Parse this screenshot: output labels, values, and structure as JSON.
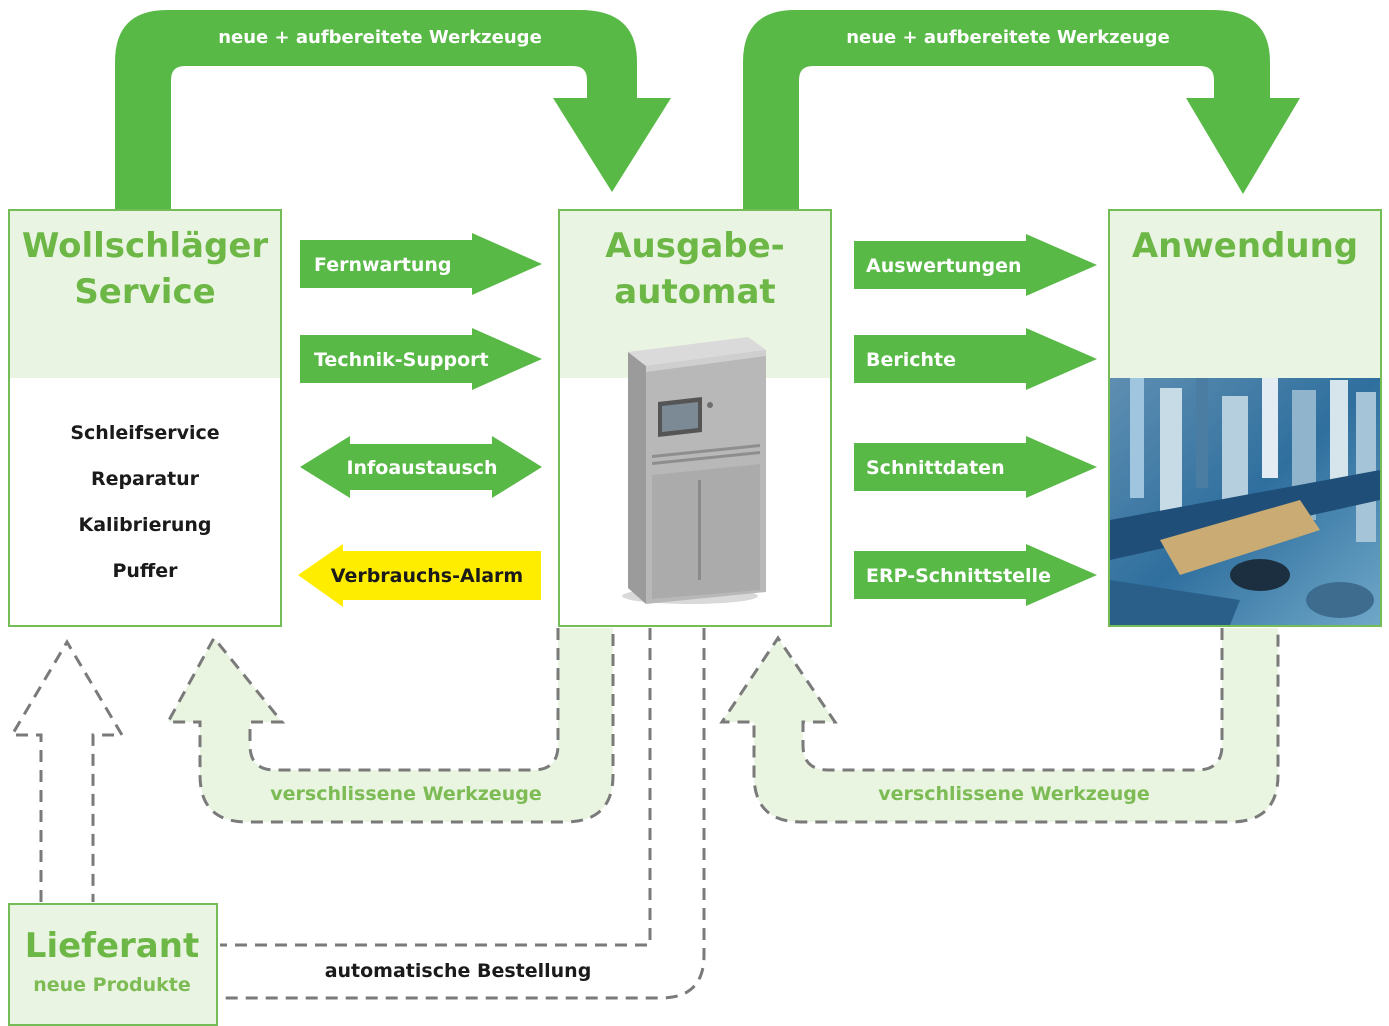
{
  "colors": {
    "green": "#58b946",
    "title_green": "#6cb745",
    "light_green": "#eaf4e3",
    "alarm_yellow": "#ffed00",
    "dashed_gray": "#7a7a7a"
  },
  "top_flows": {
    "left": "neue + aufbereitete Werkzeuge",
    "right": "neue + aufbereitete Werkzeuge"
  },
  "service": {
    "title_line1": "Wollschläger",
    "title_line2": "Service",
    "items": [
      "Schleifservice",
      "Reparatur",
      "Kalibrierung",
      "Puffer"
    ]
  },
  "machine": {
    "title_line1": "Ausgabe-",
    "title_line2": "automat",
    "image_icon": "vending-cabinet-icon"
  },
  "application": {
    "title": "Anwendung",
    "image_icon": "machining-photo-icon"
  },
  "service_arrows": {
    "fernwartung": "Fernwartung",
    "technik_support": "Technik-Support",
    "infoaustausch": "Infoaustausch",
    "verbrauchs_alarm": "Verbrauchs-Alarm"
  },
  "application_arrows": {
    "auswertungen": "Auswertungen",
    "berichte": "Berichte",
    "schnittdaten": "Schnittdaten",
    "erp": "ERP-Schnittstelle"
  },
  "return_flows": {
    "left": "verschlissene Werkzeuge",
    "right": "verschlissene Werkzeuge"
  },
  "supplier": {
    "title": "Lieferant",
    "subtitle": "neue Produkte"
  },
  "order": {
    "label": "automatische Bestellung"
  }
}
